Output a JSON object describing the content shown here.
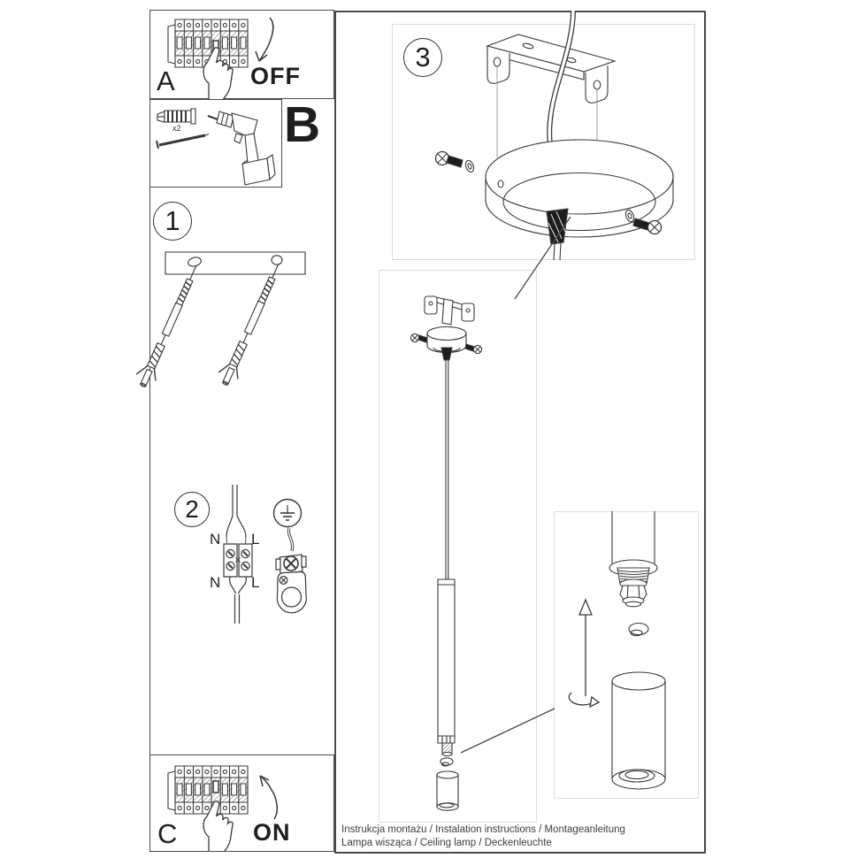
{
  "document": {
    "type": "installation-instruction-sheet",
    "footer_line1": "Instrukcja montażu / Instalation instructions / Montageanleitung",
    "footer_line2": "Lampa wisząca / Ceiling lamp / Deckenleuchte"
  },
  "panel_a": {
    "label": "A",
    "action": "OFF"
  },
  "panel_b": {
    "label": "B",
    "anchor_quantity": "x2"
  },
  "panel_c": {
    "label": "C",
    "action": "ON"
  },
  "step1": {
    "number": "1"
  },
  "step2": {
    "number": "2",
    "terminals": {
      "top_left": "N",
      "top_right": "L",
      "bottom_left": "N",
      "bottom_right": "L"
    }
  },
  "step3": {
    "number": "3"
  },
  "icons": [
    "circuit-breaker-icon",
    "pressing-hand-icon",
    "curved-arrow-down-icon",
    "curved-arrow-up-icon",
    "wall-plug-icon",
    "screw-icon",
    "drill-icon",
    "mounting-bar-icon",
    "expansion-anchor-icon",
    "wire-icon",
    "terminal-block-icon",
    "earth-symbol-icon",
    "ground-clamp-icon",
    "ceiling-bracket-icon",
    "canopy-icon",
    "mounting-screw-icon",
    "washer-icon",
    "cord-grip-icon",
    "pendant-cord-icon",
    "pendant-tube-icon",
    "lamp-socket-icon",
    "bulb-icon",
    "shade-cylinder-icon",
    "insert-arrow-icon",
    "rotate-arrow-icon",
    "leader-line"
  ],
  "colors": {
    "ink": "#333333",
    "border_dark": "#4a4a4a",
    "border_light": "#dcdcdc",
    "grip_fill": "#1d1d1d",
    "background": "#ffffff"
  }
}
